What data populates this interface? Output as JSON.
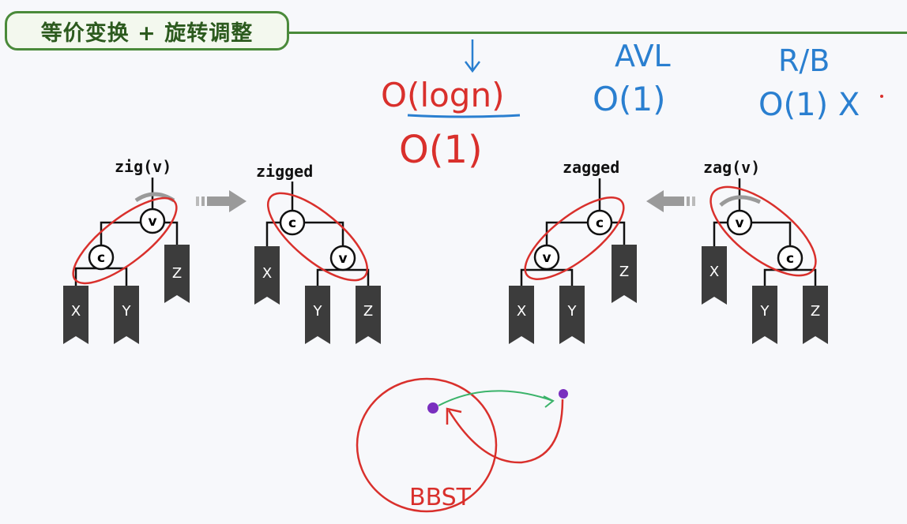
{
  "title": "等价变换 + 旋转调整",
  "labels": {
    "zig": "zig(v)",
    "zigged": "zigged",
    "zagged": "zagged",
    "zag": "zag(v)"
  },
  "nodes": {
    "v": "v",
    "c": "c"
  },
  "subtrees": {
    "x": "X",
    "y": "Y",
    "z": "Z"
  },
  "annotations": {
    "cost_red_top": "O(logn)",
    "cost_red_bottom": "O(1)",
    "avl_title": "AVL",
    "avl_cost": "O(1)",
    "rb_title": "R/B",
    "rb_cost": "O(1) X",
    "bbst": "BBST"
  },
  "colors": {
    "title_green": "#4a8a3a",
    "ink_red": "#d9302c",
    "ink_blue": "#2a7fd0",
    "ink_green": "#3bb36a",
    "ink_purple": "#7a2fbf",
    "subtree_gray": "#3c3c3c",
    "arrow_gray": "#9a9a9a"
  }
}
